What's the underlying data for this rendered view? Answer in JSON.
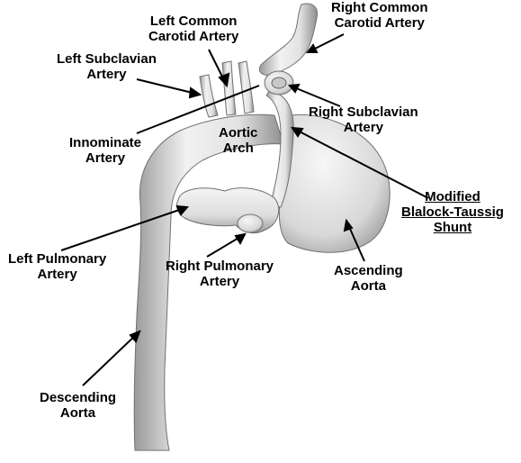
{
  "labels": {
    "left_common_carotid": [
      "Left Common",
      "Carotid Artery"
    ],
    "right_common_carotid": [
      "Right Common",
      "Carotid Artery"
    ],
    "left_subclavian": [
      "Left Subclavian",
      "Artery"
    ],
    "innominate": [
      "Innominate",
      "Artery"
    ],
    "aortic_arch": [
      "Aortic",
      "Arch"
    ],
    "right_subclavian": [
      "Right Subclavian",
      "Artery"
    ],
    "modified_bt_shunt": [
      "Modified",
      "Blalock-Taussig",
      "Shunt"
    ],
    "left_pulmonary": [
      "Left Pulmonary",
      "Artery"
    ],
    "right_pulmonary": [
      "Right Pulmonary",
      "Artery"
    ],
    "ascending_aorta": [
      "Ascending",
      "Aorta"
    ],
    "descending_aorta": [
      "Descending",
      "Aorta"
    ]
  },
  "colors": {
    "vessel_fill": "#e6e6e6",
    "vessel_edge": "#6e6e6e",
    "leader_line": "#000000"
  }
}
